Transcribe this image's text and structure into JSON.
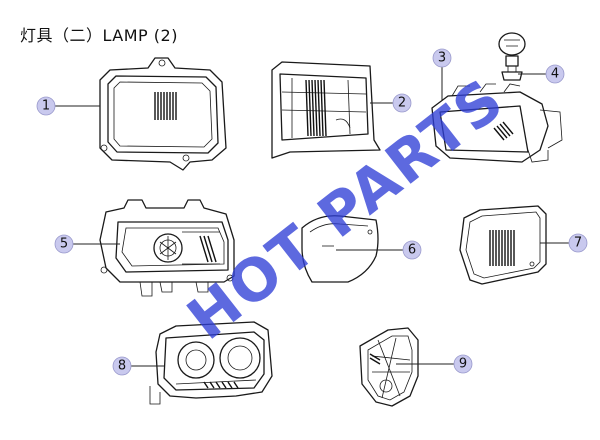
{
  "title": "灯具（二）LAMP (2)",
  "watermark": "HOT PARTS",
  "watermark_color": "#2f3fd6",
  "callout_color": "#c9c9ee",
  "callouts": [
    "1",
    "2",
    "3",
    "4",
    "5",
    "6",
    "7",
    "8",
    "9"
  ]
}
